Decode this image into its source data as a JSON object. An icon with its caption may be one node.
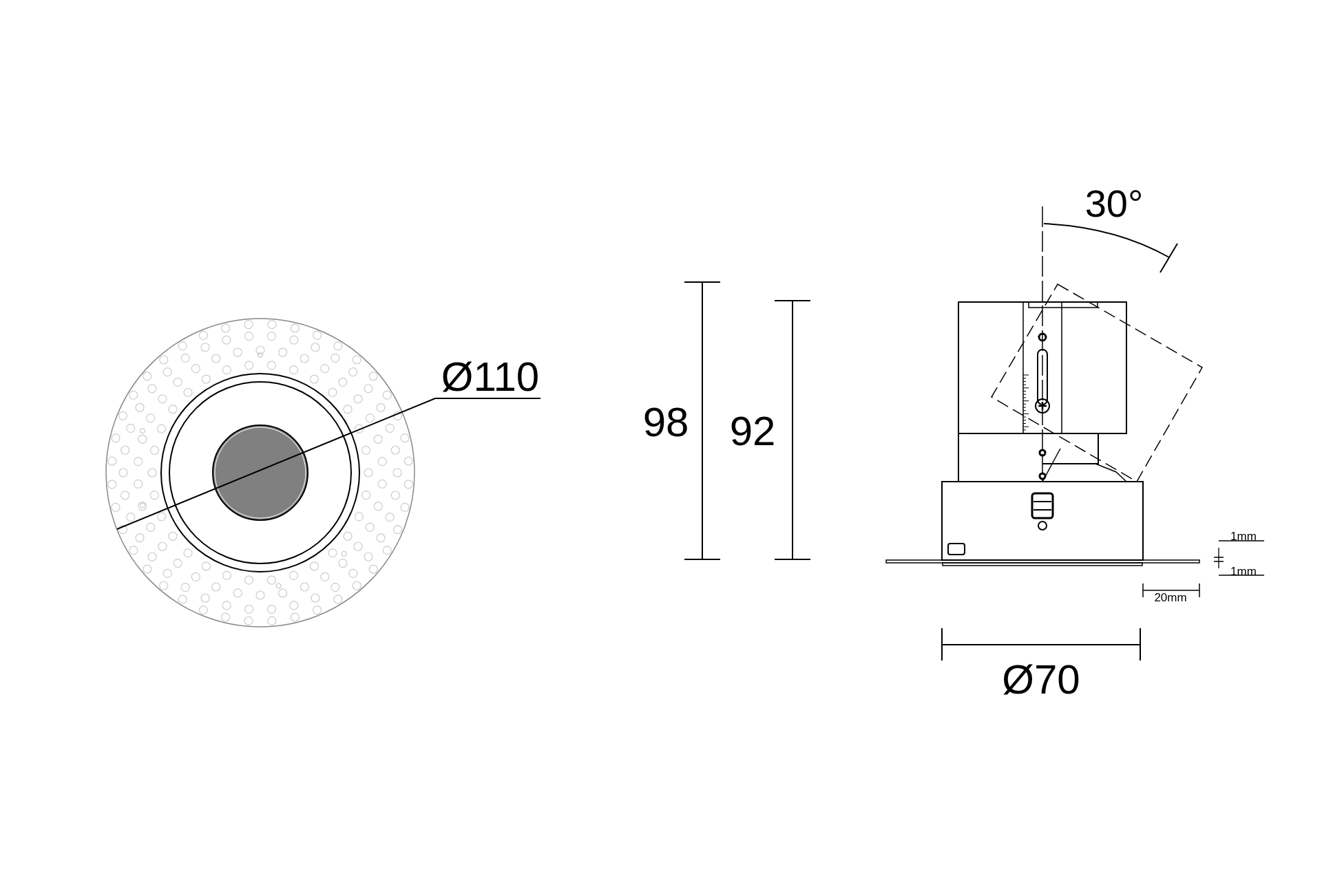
{
  "diagram": {
    "labels": [
      "30°",
      "Ø110",
      "98",
      "92",
      "1mm",
      "1mm",
      "20mm",
      "Ø70"
    ]
  }
}
